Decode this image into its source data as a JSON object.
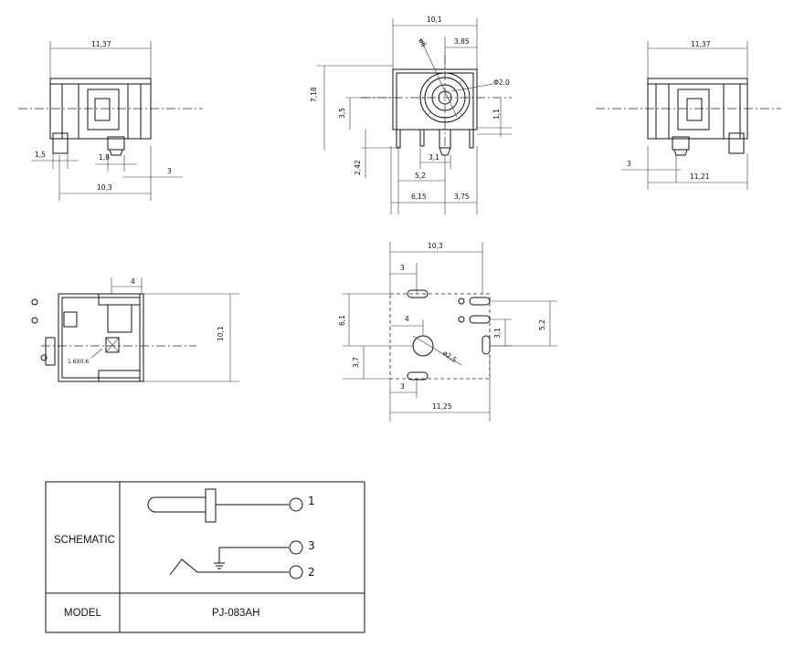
{
  "dims": {
    "front_width": "11,37",
    "front_pin1": "1,5",
    "front_pin2": "1,8",
    "front_pin3": "3",
    "front_bottom": "10,3",
    "center_width": "10,1",
    "center_phi6": "ø6",
    "center_385": "3,85",
    "center_phi2": "Φ2.0",
    "center_height": "7,18",
    "center_35": "3,5",
    "center_11": "1,1",
    "center_242": "2,42",
    "center_31": "3,1",
    "center_52": "5,2",
    "center_615": "6,15",
    "center_375": "3,75",
    "right_width": "11,37",
    "right_3": "3",
    "right_1121": "11,21",
    "bl_4": "4",
    "bl_101": "10,1",
    "bl_hole": "1.6X0.6",
    "pcb_103": "10,3",
    "pcb_3a": "3",
    "pcb_61": "6,1",
    "pcb_4": "4",
    "pcb_37": "3,7",
    "pcb_phi25": "ø2,5",
    "pcb_3b": "3",
    "pcb_1125": "11,25",
    "pcb_31": "3,1",
    "pcb_52": "5,2"
  },
  "table": {
    "schematic_label": "SCHEMATIC",
    "model_label": "MODEL",
    "model_value": "PJ-083AH",
    "pin1": "1",
    "pin2": "2",
    "pin3": "3"
  }
}
